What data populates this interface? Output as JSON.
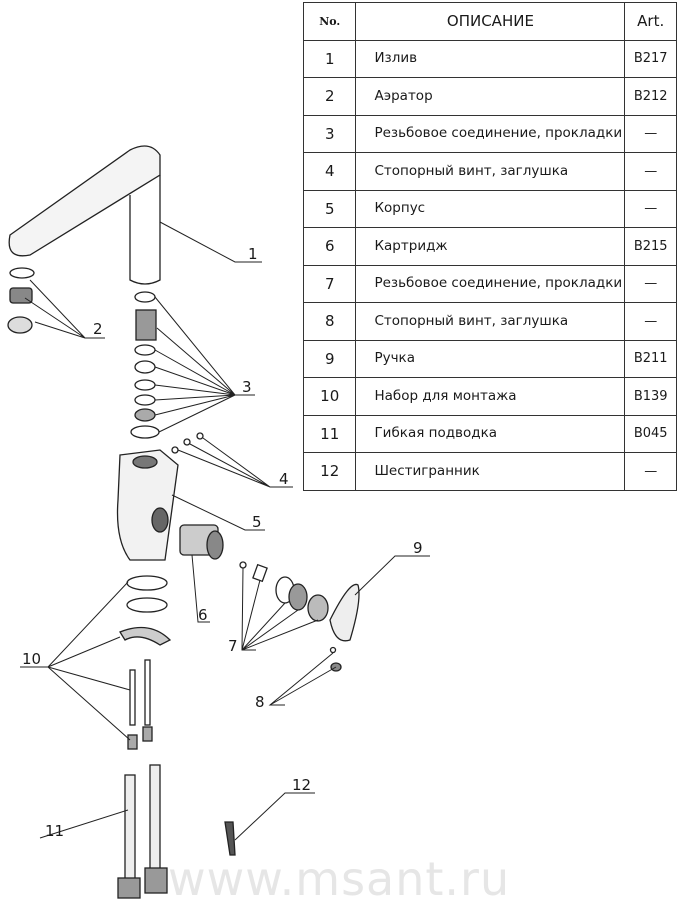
{
  "table": {
    "headers": {
      "no": "No.",
      "description": "ОПИСАНИЕ",
      "art": "Art."
    },
    "rows": [
      {
        "no": "1",
        "description": "Излив",
        "art": "B217"
      },
      {
        "no": "2",
        "description": "Аэратор",
        "art": "B212"
      },
      {
        "no": "3",
        "description": "Резьбовое соединение, прокладки",
        "art": "—"
      },
      {
        "no": "4",
        "description": "Стопорный винт, заглушка",
        "art": "—"
      },
      {
        "no": "5",
        "description": "Корпус",
        "art": "—"
      },
      {
        "no": "6",
        "description": "Картридж",
        "art": "B215"
      },
      {
        "no": "7",
        "description": "Резьбовое соединение, прокладки",
        "art": "—"
      },
      {
        "no": "8",
        "description": "Стопорный винт, заглушка",
        "art": "—"
      },
      {
        "no": "9",
        "description": "Ручка",
        "art": "B211"
      },
      {
        "no": "10",
        "description": "Набор для монтажа",
        "art": "B139"
      },
      {
        "no": "11",
        "description": "Гибкая подводка",
        "art": "B045"
      },
      {
        "no": "12",
        "description": "Шестигранник",
        "art": "—"
      }
    ]
  },
  "callouts": [
    "1",
    "2",
    "3",
    "4",
    "5",
    "6",
    "7",
    "8",
    "9",
    "10",
    "11",
    "12"
  ],
  "watermark": "www.msant.ru"
}
